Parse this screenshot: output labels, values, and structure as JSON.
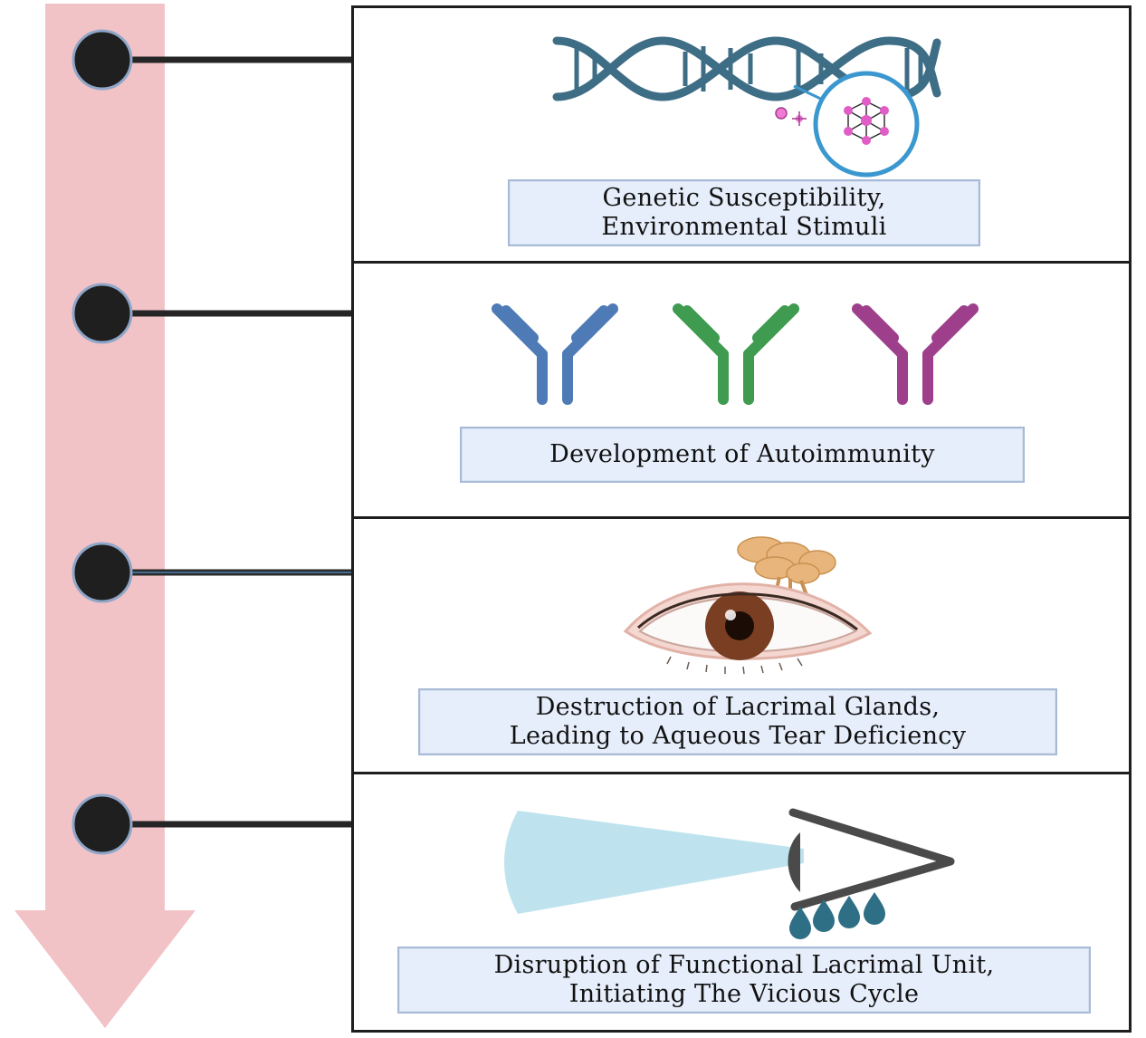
{
  "stages": [
    {
      "label_lines": [
        "Genetic Susceptibility,",
        "Environmental Stimuli"
      ],
      "icon": "dna-molecule-icon"
    },
    {
      "label_lines": [
        "Development of Autoimmunity"
      ],
      "icon": "antibodies-icon"
    },
    {
      "label_lines": [
        "Destruction of Lacrimal Glands,",
        "Leading to Aqueous Tear Deficiency"
      ],
      "icon": "eye-lacrimal-gland-icon"
    },
    {
      "label_lines": [
        "Disruption of Functional Lacrimal Unit,",
        "Initiating The Vicious Cycle"
      ],
      "icon": "eye-tears-icon"
    }
  ],
  "colors": {
    "timeline_arrow": "#f2c3c6",
    "connector": "#252525",
    "dna": "#3e6d86",
    "antibody_blue": "#4e7bb6",
    "antibody_green": "#3f9b4f",
    "antibody_purple": "#9e3f8c",
    "label_fill": "#e6eefb",
    "label_border": "#a7bad6",
    "tear": "#2f6f86"
  }
}
